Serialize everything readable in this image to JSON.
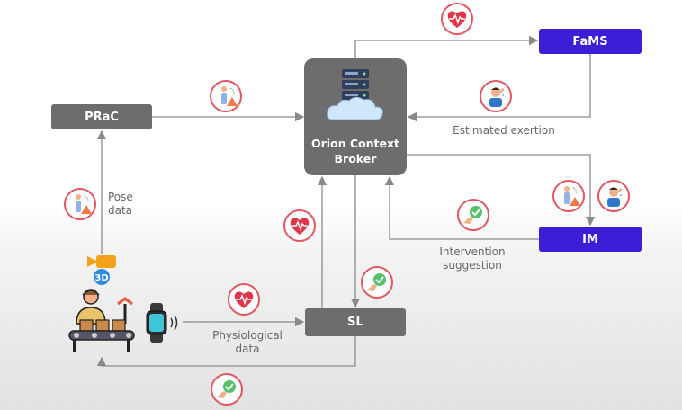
{
  "nodes": {
    "prac": "PRaC",
    "orion_line1": "Orion Context",
    "orion_line2": "Broker",
    "fams": "FaMS",
    "im": "IM",
    "sl": "SL"
  },
  "edge_labels": {
    "estimated_exertion": "Estimated exertion",
    "pose_line1": "Pose",
    "pose_line2": "data",
    "intervention_line1": "Intervention",
    "intervention_line2": "suggestion",
    "physio_line1": "Physiological",
    "physio_line2": "data"
  },
  "camera_badge": "3D",
  "icons": [
    "heart-rate-icon",
    "exerting-worker-icon",
    "tired-person-icon",
    "helping-hand-icon",
    "server-cloud-icon",
    "camera-3d-icon",
    "smartwatch-icon",
    "assembly-worker-icon"
  ],
  "colors": {
    "gray_box": "#6d6d6d",
    "blue_box": "#3a1fd6",
    "icon_ring": "#e25561",
    "arrow": "#8a8a8a"
  }
}
